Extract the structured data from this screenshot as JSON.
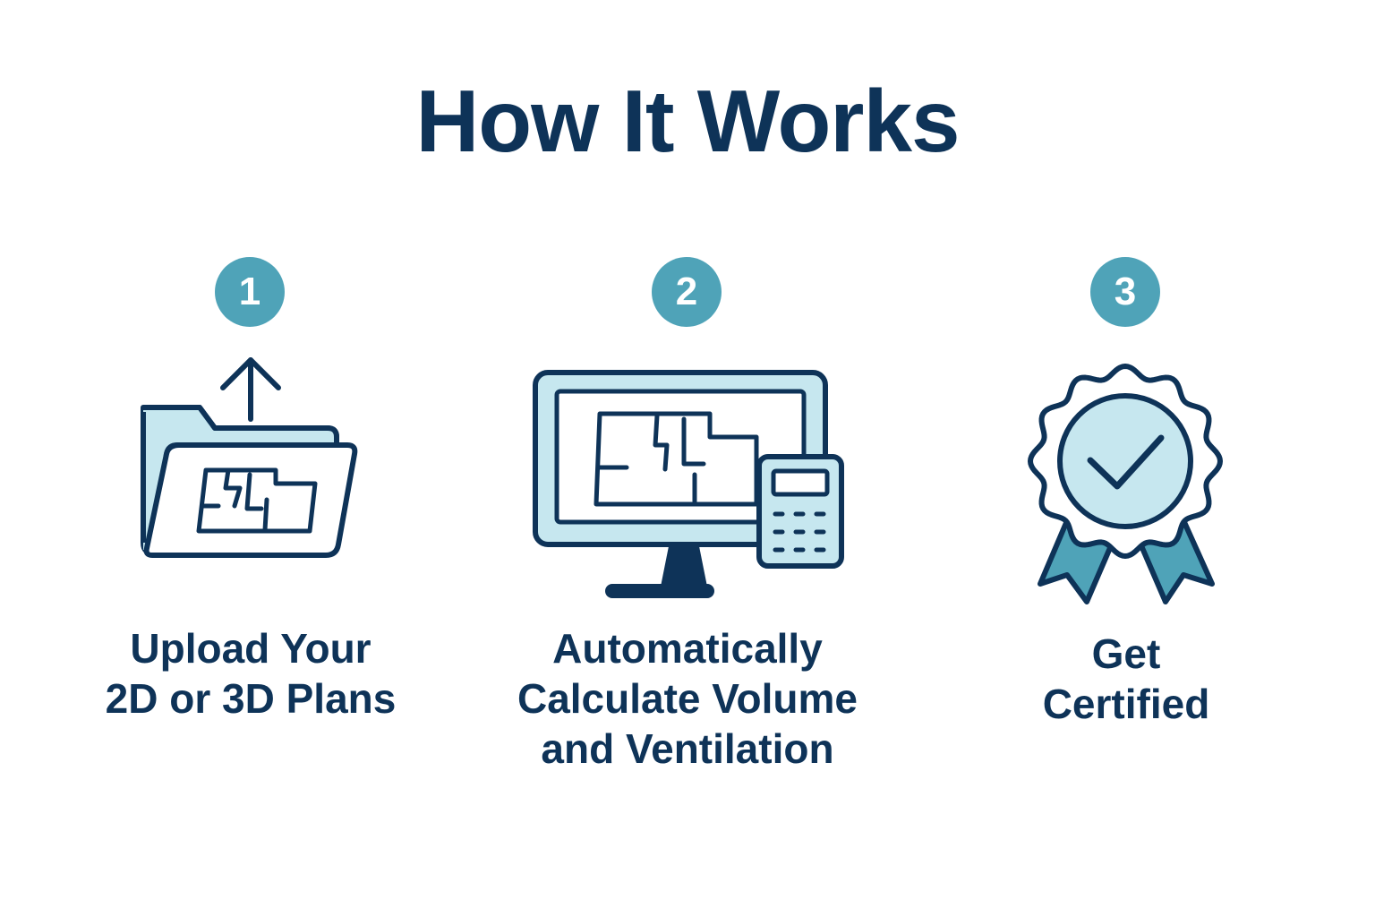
{
  "title": "How It Works",
  "steps": [
    {
      "number": "1",
      "icon": "folder-upload-floorplan-icon",
      "label_lines": [
        "Upload Your",
        "2D or 3D Plans"
      ]
    },
    {
      "number": "2",
      "icon": "monitor-calculator-icon",
      "label_lines": [
        "Automatically",
        "Calculate Volume",
        "and Ventilation"
      ]
    },
    {
      "number": "3",
      "icon": "certified-badge-icon",
      "label_lines": [
        "Get",
        "Certified"
      ]
    }
  ],
  "colors": {
    "navy": "#0e3358",
    "teal": "#4fa3b8",
    "light_blue": "#c6e7ef",
    "white": "#ffffff"
  }
}
